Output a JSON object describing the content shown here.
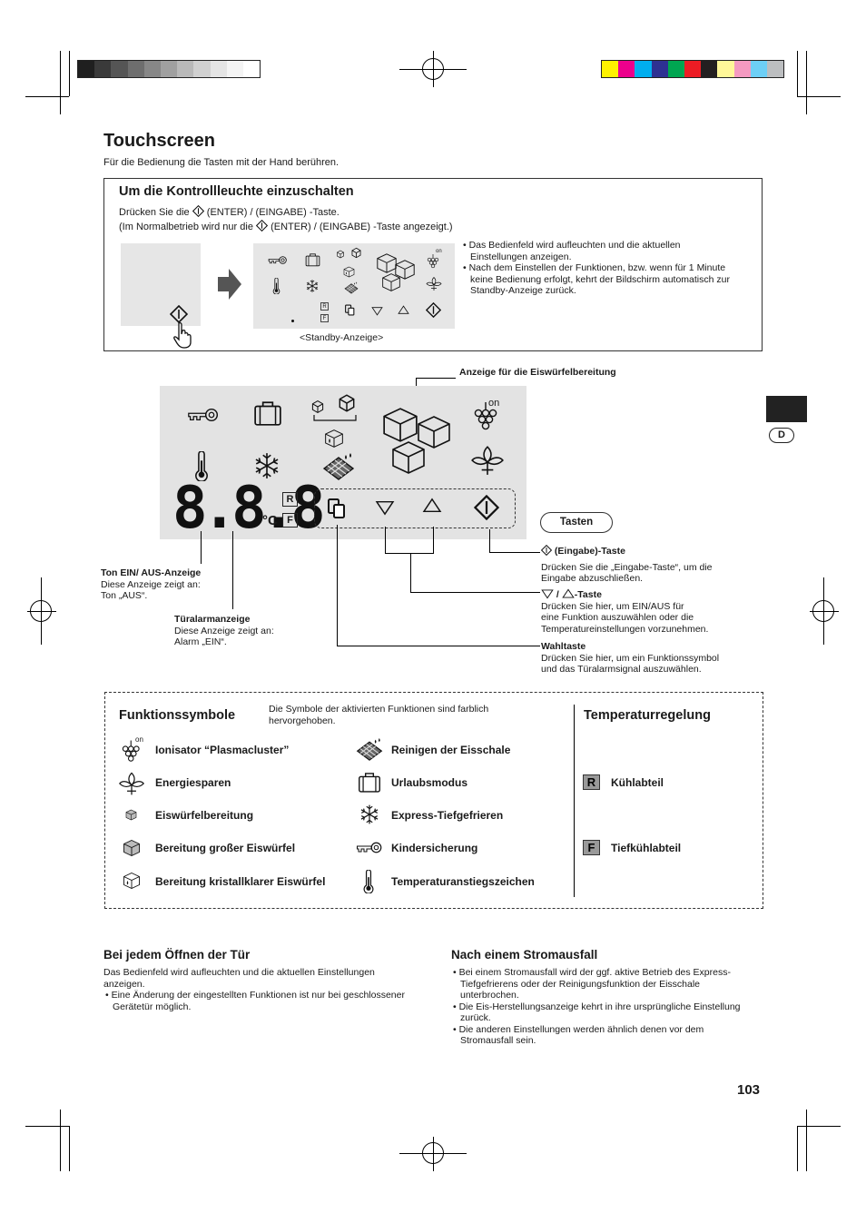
{
  "strips": {
    "grays": [
      "#1f1f1f",
      "#3a3a3a",
      "#555555",
      "#6e6e6e",
      "#878787",
      "#a0a0a0",
      "#b9b9b9",
      "#d0d0d0",
      "#e4e4e4",
      "#f4f4f4",
      "#ffffff"
    ],
    "colors": [
      "#fff200",
      "#ec008c",
      "#00aeef",
      "#2e3192",
      "#00a651",
      "#ed1c24",
      "#231f20",
      "#fff799",
      "#f49ac1",
      "#6dcff6",
      "#bcbec0"
    ]
  },
  "header": {
    "title": "Touchscreen",
    "subtitle": "Für die Bedienung die Tasten mit der Hand berühren."
  },
  "kontroll": {
    "title": "Um die Kontrollleuchte einzuschalten",
    "line1_pre": "Drücken Sie die",
    "line1_post": "(ENTER) / (EINGABE) -Taste.",
    "line2_pre": "(Im Normalbetrieb wird nur die",
    "line2_post": "(ENTER) / (EINGABE) -Taste angezeigt.)",
    "bullets": [
      "Das Bedienfeld wird aufleuchten und die aktuellen Einstellungen anzeigen.",
      "Nach dem Einstellen der Funktionen, bzw. wenn für 1 Minute keine Bedienung erfolgt, kehrt der Bildschirm automatisch zur Standby-Anzeige zurück."
    ],
    "caption": "<Standby-Anzeige>",
    "on_label": "on",
    "r_label": "R",
    "f_label": "F"
  },
  "display": {
    "ice_label": "Anzeige für die Eiswürfelbereitung",
    "digits": "8.8.8",
    "unit": "°C",
    "r_label": "R",
    "f_label": "F",
    "on_label": "on",
    "tasten": "Tasten",
    "ton_title": "Ton EIN/ AUS-Anzeige",
    "ton_text1": "Diese Anzeige zeigt an:",
    "ton_text2": "Ton „AUS“.",
    "tuer_title": "Türalarmanzeige",
    "tuer_text1": "Diese Anzeige zeigt an:",
    "tuer_text2": "Alarm „EIN“.",
    "eingabe_title": "(Eingabe)-Taste",
    "eingabe_text1": "Drücken Sie die „Eingabe-Taste“, um die",
    "eingabe_text2": "Eingabe abzuschließen.",
    "pfeil_sep": "/",
    "pfeil_title": "-Taste",
    "pfeil_text1": "Drücken Sie hier, um EIN/AUS für",
    "pfeil_text2": "eine Funktion auszuwählen oder die",
    "pfeil_text3": "Temperatureinstellungen vorzunehmen.",
    "wahl_title": "Wahltaste",
    "wahl_text1": "Drücken Sie hier, um ein Funktionssymbol",
    "wahl_text2": "und das Türalarmsignal auszuwählen."
  },
  "symbole": {
    "title": "Funktionssymbole",
    "note1": "Die Symbole der aktivierten Funktionen sind farblich",
    "note2": "hervorgehoben.",
    "left": [
      "Ionisator “Plasmacluster”",
      "Energiesparen",
      "Eiswürfelbereitung",
      "Bereitung großer Eiswürfel",
      "Bereitung kristallklarer Eiswürfel"
    ],
    "right": [
      "Reinigen der Eisschale",
      "Urlaubsmodus",
      "Express-Tiefgefrieren",
      "Kindersicherung",
      "Temperaturanstiegszeichen"
    ],
    "on_label": "on",
    "temp_title": "Temperaturregelung",
    "r_label": "R",
    "r_text": "Kühlabteil",
    "f_label": "F",
    "f_text": "Tiefkühlabteil"
  },
  "tuer": {
    "title": "Bei jedem Öffnen der Tür",
    "text1": "Das Bedienfeld wird aufleuchten und die aktuellen Einstellungen",
    "text2": "anzeigen.",
    "bullet": "Eine Änderung der eingestellten Funktionen ist nur bei geschlossener Gerätetür möglich."
  },
  "strom": {
    "title": "Nach einem Stromausfall",
    "bullets": [
      "Bei einem Stromausfall wird der ggf. aktive Betrieb des Express-Tiefgefrierens oder der Reinigungsfunktion der Eisschale unterbrochen.",
      "Die Eis-Herstellungsanzeige kehrt in ihre ursprüngliche Einstellung zurück.",
      "Die anderen Einstellungen werden ähnlich denen vor dem Stromausfall sein."
    ]
  },
  "side_tab": "D",
  "page_number": "103"
}
